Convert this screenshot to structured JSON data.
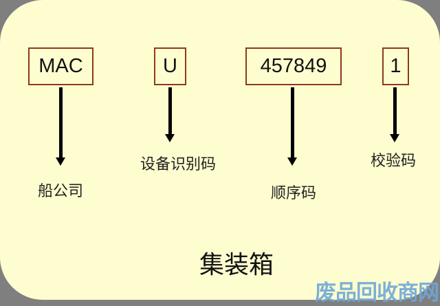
{
  "codes": [
    {
      "value": "MAC",
      "label": "船公司"
    },
    {
      "value": "U",
      "label": "设备识别码"
    },
    {
      "value": "457849",
      "label": "顺序码"
    },
    {
      "value": "1",
      "label": "校验码"
    }
  ],
  "title": "集装箱",
  "watermark": "废品回收商网",
  "colors": {
    "panel": "#fefdcf",
    "border": "#8b3a1e",
    "background": "#7f7f7f"
  }
}
